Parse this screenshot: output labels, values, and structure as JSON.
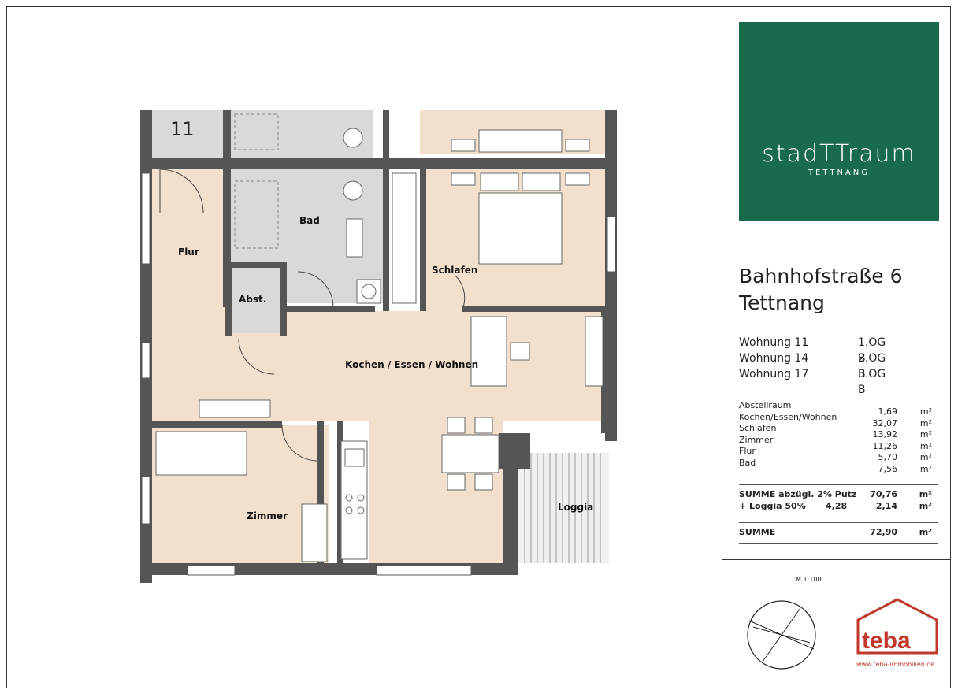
{
  "plan": {
    "unit_number": "11",
    "rooms": {
      "bad": "Bad",
      "flur": "Flur",
      "abst": "Abst.",
      "schlafen": "Schlafen",
      "kochen": "Kochen / Essen / Wohnen",
      "zimmer": "Zimmer",
      "loggia": "Loggia"
    }
  },
  "brand": {
    "name": "stadTTraum",
    "sub": "TETTNANG",
    "color": "#1a6b4c"
  },
  "address": {
    "line1": "Bahnhofstraße 6",
    "line2": "Tettnang"
  },
  "units": [
    {
      "name": "Wohnung 11",
      "level": "1.OG B"
    },
    {
      "name": "Wohnung 14",
      "level": "2.OG B"
    },
    {
      "name": "Wohnung 17",
      "level": "3.OG B"
    }
  ],
  "areas": {
    "names": [
      "Abstellraum",
      "Kochen/Essen/Wohnen",
      "Schlafen",
      "Zimmer",
      "Flur",
      "Bad"
    ],
    "values": [
      "1,69",
      "32,07",
      "13,92",
      "11,26",
      "5,70",
      "7,56"
    ],
    "unit": "m²"
  },
  "summary": {
    "sum_label": "SUMME abzügl. 2% Putz",
    "sum_value": "70,76",
    "loggia_label": "+ Loggia 50%",
    "loggia_full": "4,28",
    "loggia_value": "2,14",
    "total_label": "SUMME",
    "total_value": "72,90",
    "unit": "m²"
  },
  "scale": "M 1:100",
  "logo": {
    "text": "teba",
    "url": "www.teba-immobilien.de",
    "color": "#c0392b"
  }
}
